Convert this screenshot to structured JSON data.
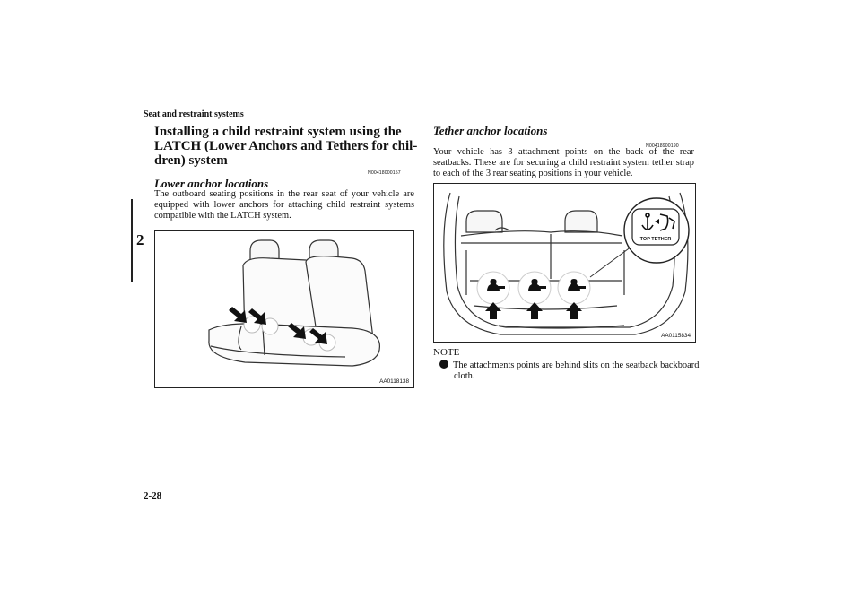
{
  "header": {
    "section": "Seat and restraint systems"
  },
  "side_tab": {
    "chapter": "2"
  },
  "footer": {
    "page_number": "2-28"
  },
  "left": {
    "title": "Installing a child restraint system using the LATCH (Lower Anchors and Tethers for children) system",
    "title_lines": [
      "Installing a child restraint system using the",
      "LATCH (Lower Anchors and Tethers for chil-",
      "dren) system"
    ],
    "code": "N00418000157",
    "subheading": "Lower anchor locations",
    "paragraph": "The outboard seating positions in the rear seat of your vehicle are equipped with lower anchors for attaching child restraint systems compatible with the LATCH system.",
    "figure_code": "AA0118138"
  },
  "right": {
    "subheading": "Tether anchor locations",
    "code": "N00418900190",
    "paragraph": "Your vehicle has 3 attachment points on the back of the rear seatbacks. These are for securing a child restraint system tether strap to each of the 3 rear seating positions in your vehicle.",
    "figure_code": "AA0115834",
    "figure_callout_label": "TOP TETHER",
    "note_label": "NOTE",
    "note_items": [
      "The attachments points are behind slits on the seatback backboard cloth."
    ]
  }
}
